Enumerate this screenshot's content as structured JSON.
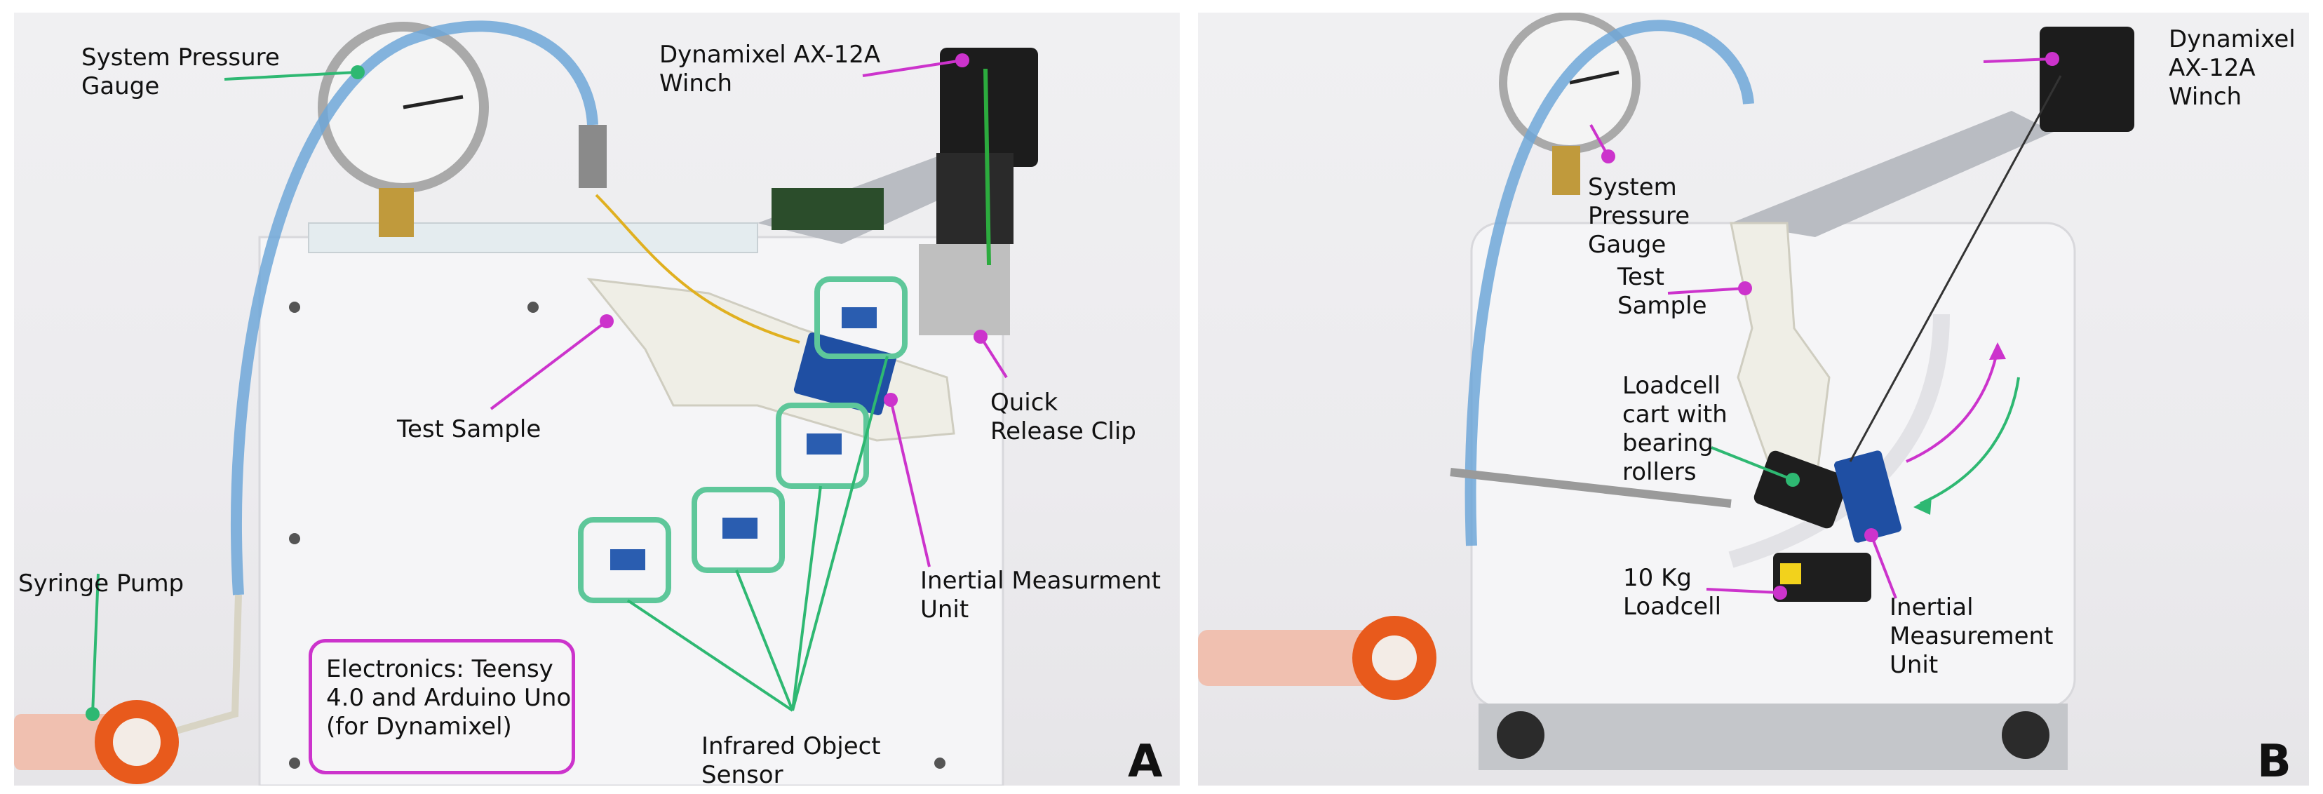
{
  "colors": {
    "green_callout": "#2eb872",
    "magenta_callout": "#cc33cc",
    "tube_blue": "#6fa7d8",
    "plastic_white": "#efeee6",
    "sensor_blue": "#1f4fa3",
    "pump_orange": "#e85a1c",
    "brass": "#c09a3c"
  },
  "panel_a": {
    "letter": "A",
    "labels": {
      "pressure_gauge": "System Pressure\nGauge",
      "winch": "Dynamixel AX-12A\nWinch",
      "test_sample": "Test Sample",
      "quick_release": "Quick\nRelease Clip",
      "syringe_pump": "Syringe Pump",
      "imu": "Inertial Measurment\nUnit",
      "electronics": "Electronics: Teensy\n4.0 and Arduino Uno\n(for Dynamixel)",
      "ir_sensor": "Infrared Object\nSensor"
    }
  },
  "panel_b": {
    "letter": "B",
    "labels": {
      "winch": "Dynamixel\nAX-12A\nWinch",
      "pressure_gauge": "System\nPressure\nGauge",
      "test_sample": "Test\nSample",
      "loadcell_cart": "Loadcell\ncart with\nbearing\nrollers",
      "loadcell": "10 Kg\nLoadcell",
      "imu": "Inertial\nMeasurement\nUnit"
    }
  }
}
